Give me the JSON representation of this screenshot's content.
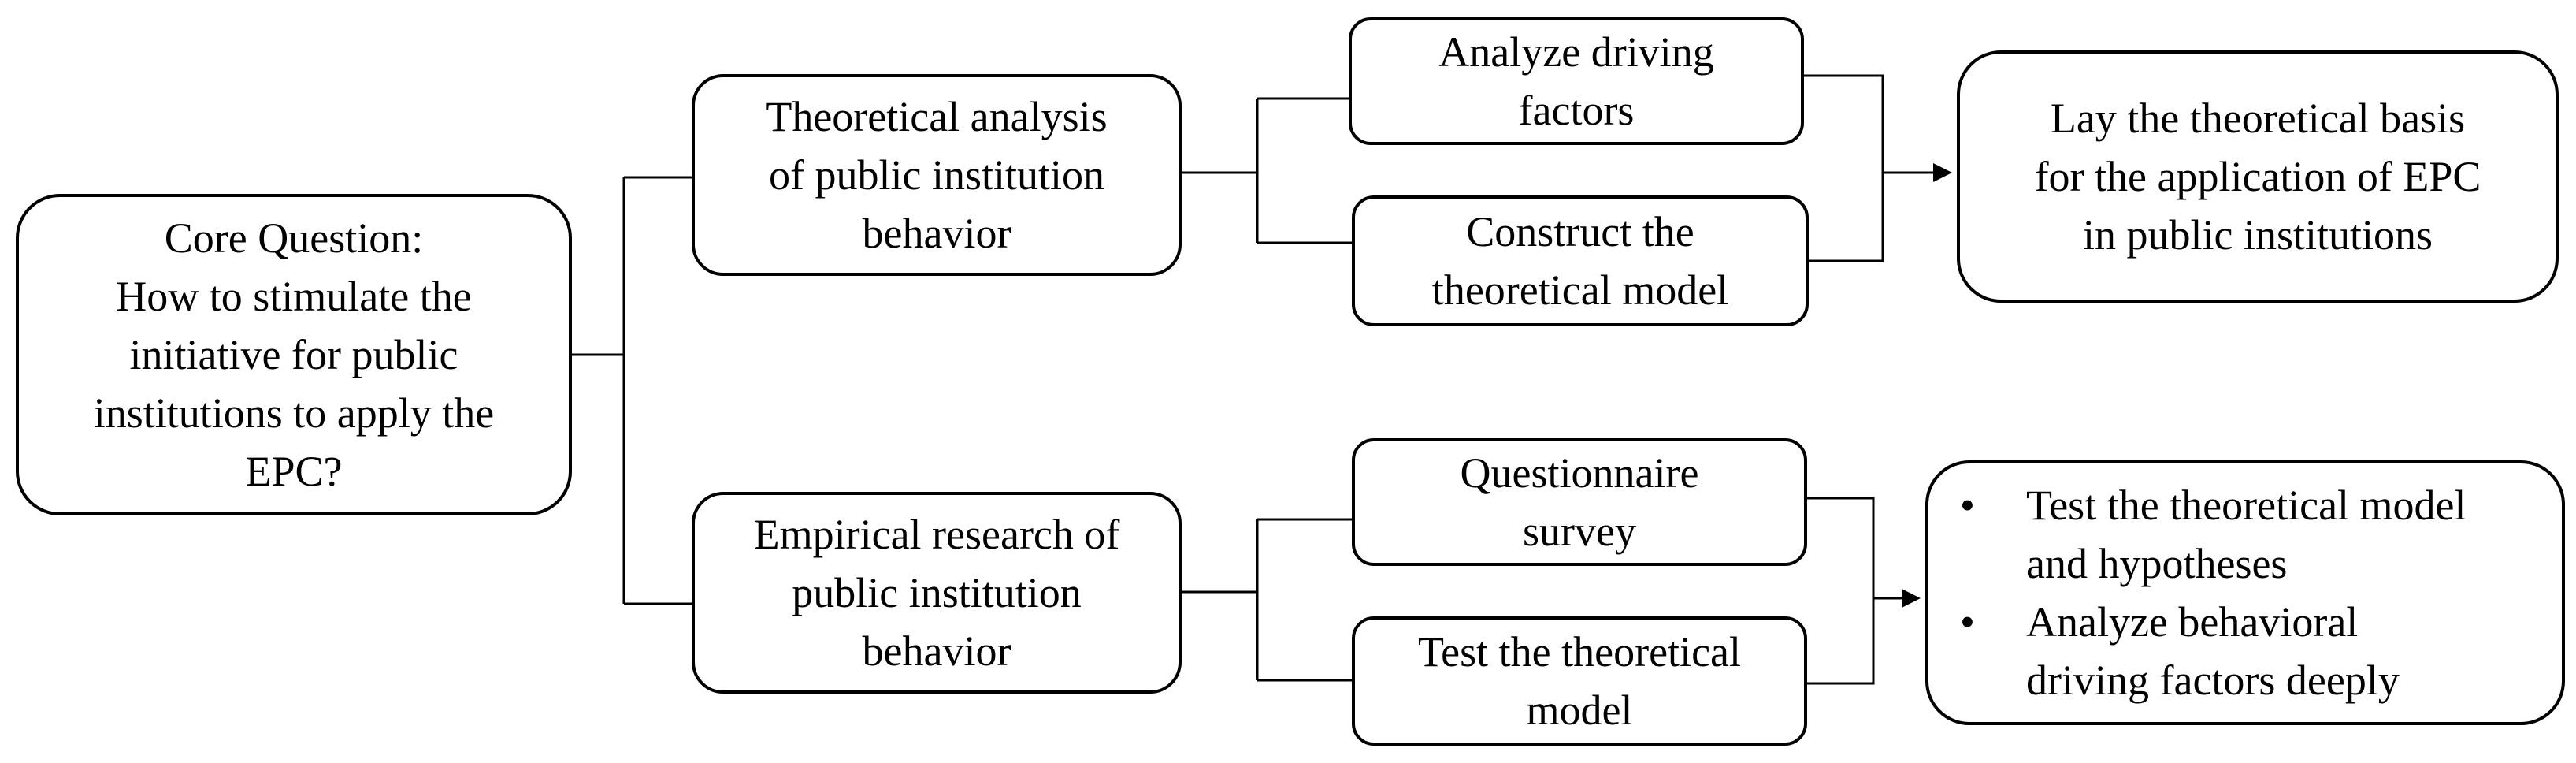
{
  "core_question": "Core Question:\nHow to stimulate the\ninitiative for public\ninstitutions to apply the\nEPC?",
  "branches": [
    {
      "title": "Theoretical analysis\nof public institution\nbehavior",
      "steps": [
        "Analyze driving\nfactors",
        "Construct the\ntheoretical model"
      ],
      "outcome": "Lay the theoretical basis\nfor the application of EPC\nin public institutions"
    },
    {
      "title": "Empirical research of\npublic institution\nbehavior",
      "steps": [
        "Questionnaire\nsurvey",
        "Test the theoretical\nmodel"
      ],
      "outcome_bullets": [
        "Test the theoretical model\nand hypotheses",
        "Analyze behavioral\ndriving factors deeply"
      ]
    }
  ],
  "bullet_symbol": "•"
}
